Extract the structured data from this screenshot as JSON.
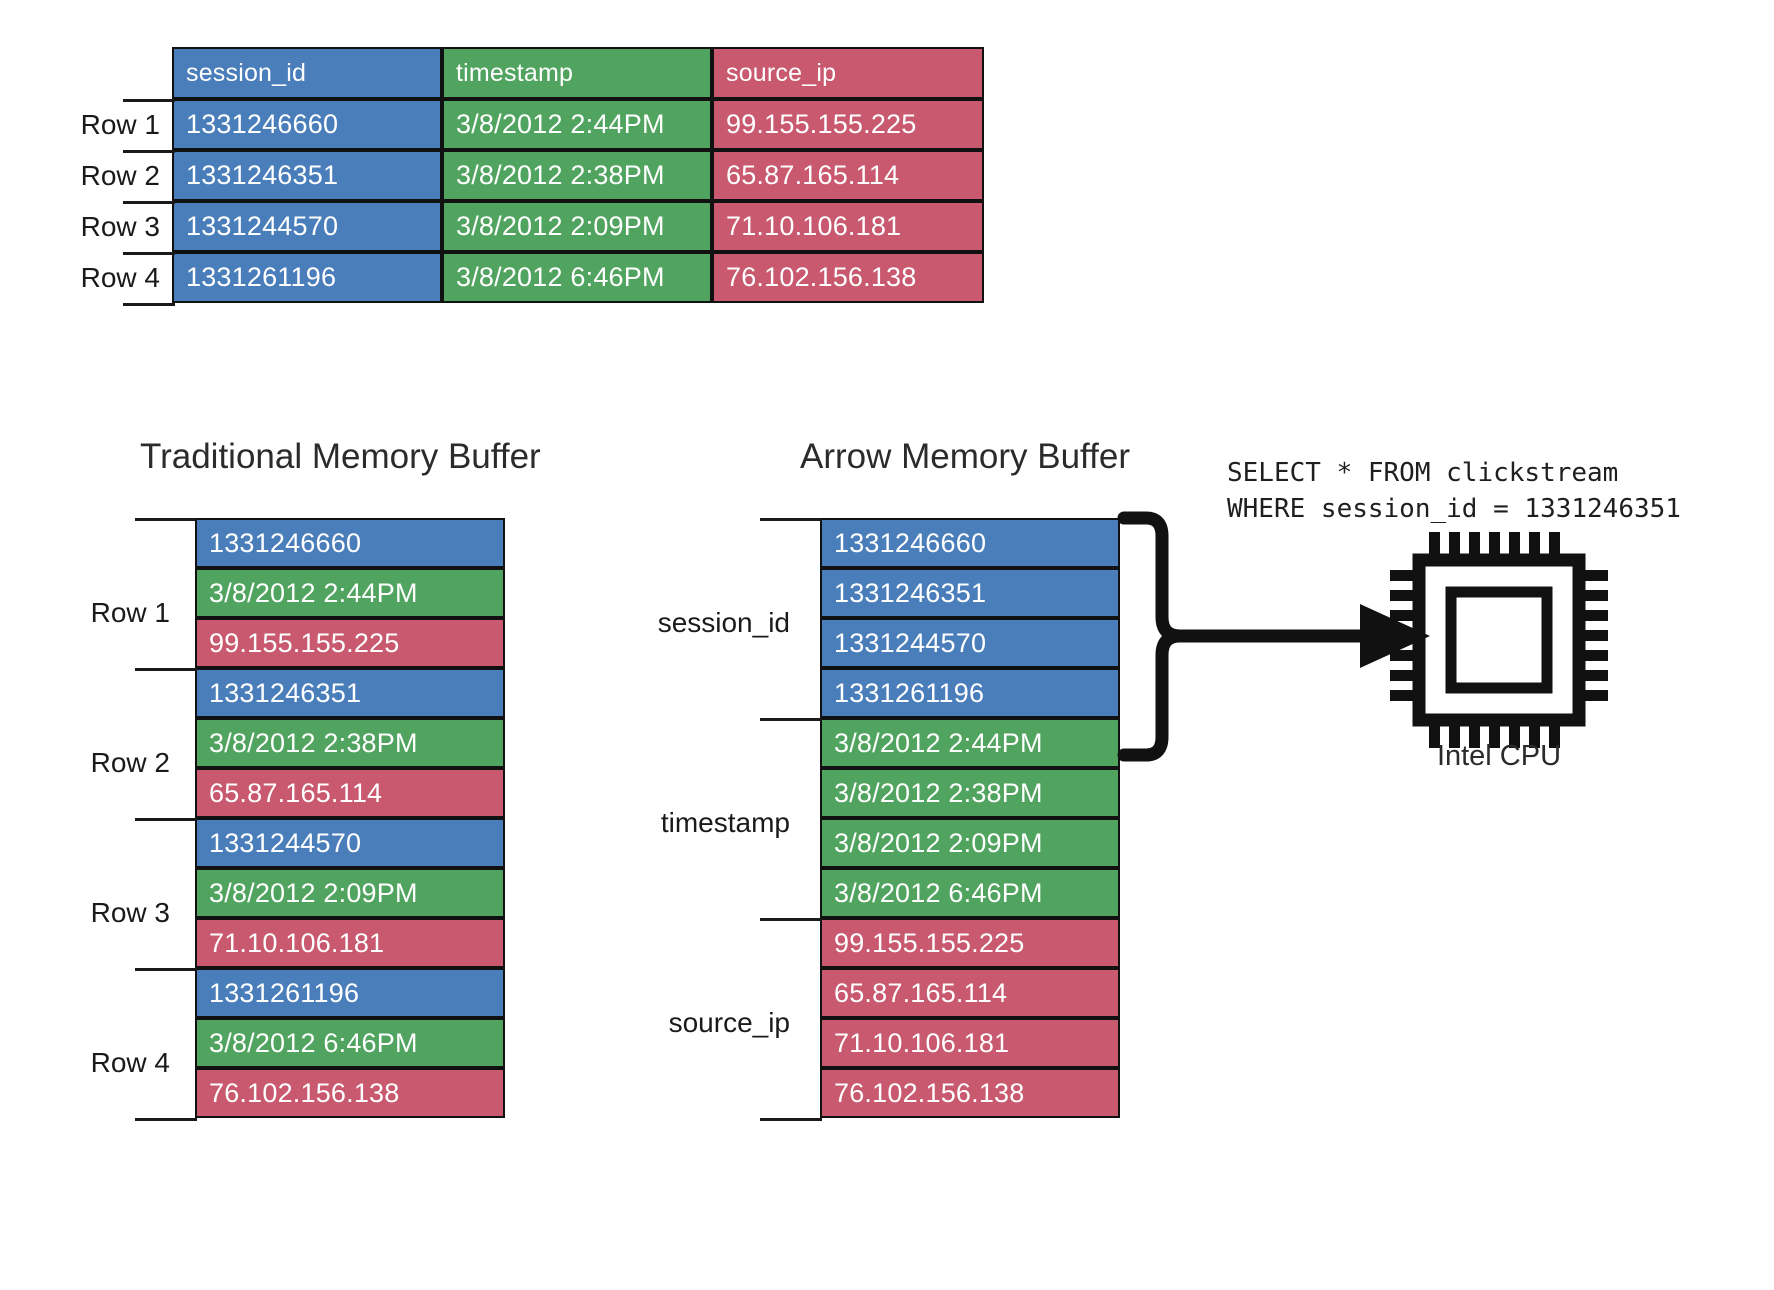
{
  "table": {
    "name": "clickstream",
    "columns": [
      "session_id",
      "timestamp",
      "source_ip"
    ],
    "row_labels": [
      "Row 1",
      "Row 2",
      "Row 3",
      "Row 4"
    ],
    "rows": [
      [
        "1331246660",
        "3/8/2012  2:44PM",
        "99.155.155.225"
      ],
      [
        "1331246351",
        "3/8/2012  2:38PM",
        "65.87.165.114"
      ],
      [
        "1331244570",
        "3/8/2012  2:09PM",
        "71.10.106.181"
      ],
      [
        "1331261196",
        "3/8/2012  6:46PM",
        "76.102.156.138"
      ]
    ]
  },
  "traditional": {
    "title": "Traditional Memory Buffer",
    "row_labels": [
      "Row 1",
      "Row 2",
      "Row 3",
      "Row 4"
    ],
    "cells": [
      "1331246660",
      "3/8/2012  2:44PM",
      "99.155.155.225",
      "1331246351",
      "3/8/2012  2:38PM",
      "65.87.165.114",
      "1331244570",
      "3/8/2012  2:09PM",
      "71.10.106.181",
      "1331261196",
      "3/8/2012  6:46PM",
      "76.102.156.138"
    ]
  },
  "arrow": {
    "title": "Arrow Memory Buffer",
    "column_labels": [
      "session_id",
      "timestamp",
      "source_ip"
    ],
    "cells": [
      "1331246660",
      "1331246351",
      "1331244570",
      "1331261196",
      "3/8/2012  2:44PM",
      "3/8/2012  2:38PM",
      "3/8/2012  2:09PM",
      "3/8/2012  6:46PM",
      "99.155.155.225",
      "65.87.165.114",
      "71.10.106.181",
      "76.102.156.138"
    ]
  },
  "query": {
    "line1": "SELECT * FROM clickstream",
    "line2": "WHERE session_id = 1331246351"
  },
  "cpu": {
    "label": "Intel CPU"
  },
  "colors": {
    "session_id": "#4a7ebb",
    "timestamp": "#51a45f",
    "source_ip": "#c8596e",
    "border": "#111111",
    "text_on_fill": "#ffffff",
    "ink": "#1a1a1a"
  }
}
